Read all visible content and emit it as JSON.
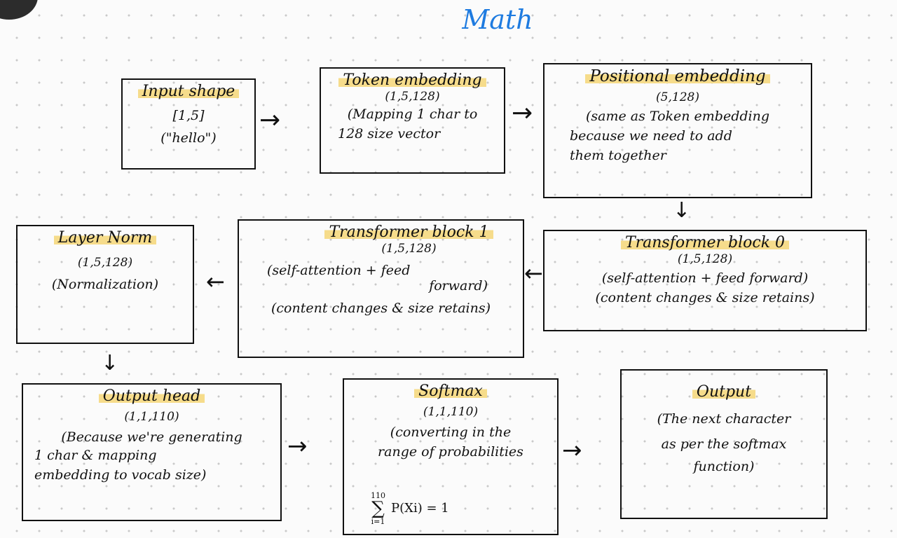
{
  "title": "Math",
  "boxes": {
    "input": {
      "heading": "Input shape",
      "lines": [
        "[1,5]",
        "(\"hello\")"
      ]
    },
    "token": {
      "heading": "Token embedding",
      "lines": [
        "(1,5,128)",
        "(Mapping 1 char to",
        "128 size vector"
      ]
    },
    "positional": {
      "heading": "Positional embedding",
      "lines": [
        "(5,128)",
        "(same as Token embedding",
        "because we need to add",
        "them together"
      ]
    },
    "block0": {
      "heading": "Transformer block 0",
      "lines": [
        "(1,5,128)",
        "(self-attention + feed forward)",
        "(content changes & size retains)"
      ]
    },
    "block1": {
      "heading": "Transformer block 1",
      "lines": [
        "(1,5,128)",
        "(self-attention + feed",
        "forward)",
        "(content changes & size retains)"
      ]
    },
    "layernorm": {
      "heading": "Layer Norm",
      "lines": [
        "(1,5,128)",
        "(Normalization)"
      ]
    },
    "outputhead": {
      "heading": "Output head",
      "lines": [
        "(1,1,110)",
        "(Because we're generating",
        "1 char & mapping",
        "embedding to vocab size)"
      ]
    },
    "softmax": {
      "heading": "Softmax",
      "lines": [
        "(1,1,110)",
        "(converting in the",
        "range of probabilities"
      ],
      "sum_upper": "110",
      "sum_lower": "i=1",
      "formula": "P(Xi) = 1"
    },
    "output": {
      "heading": "Output",
      "lines": [
        "(The next character",
        "as per the softmax",
        "function)"
      ]
    }
  }
}
